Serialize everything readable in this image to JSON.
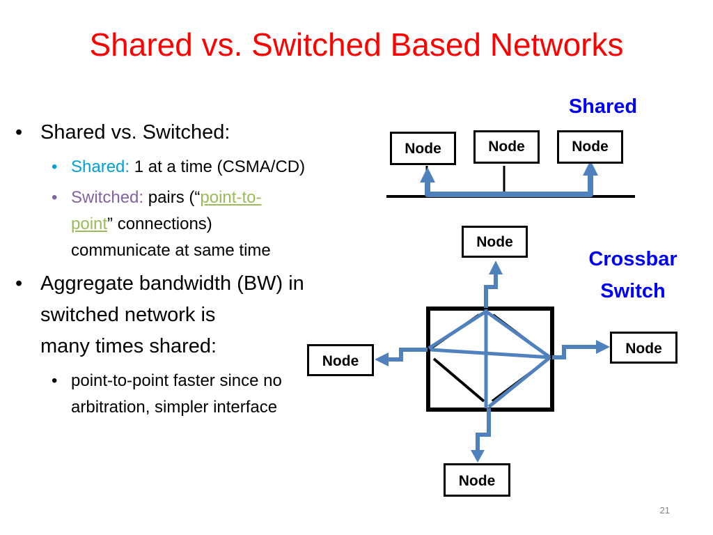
{
  "title": "Shared vs. Switched Based Networks",
  "bullets": {
    "b1": "Shared vs. Switched:",
    "b1_sub1_label": "Shared:",
    "b1_sub1_text": " 1 at a time (CSMA/CD)",
    "b1_sub2_label": "Switched:",
    "b1_sub2_pre": " pairs (“",
    "b1_sub2_link1": "point-to-",
    "b1_sub2_link2": "point",
    "b1_sub2_post": "” connections)",
    "b1_sub2_line3": "communicate at same time",
    "b2_line1": "Aggregate bandwidth (BW) in",
    "b2_line2": "switched network is",
    "b2_line3": "many times shared:",
    "b2_sub1_line1": "point-to-point faster since no",
    "b2_sub1_line2": "arbitration, simpler interface"
  },
  "diagram": {
    "shared_label": "Shared",
    "crossbar_label_1": "Crossbar",
    "crossbar_label_2": "Switch",
    "node_label": "Node",
    "arrow_color": "#4f81bd"
  },
  "page_number": "21"
}
